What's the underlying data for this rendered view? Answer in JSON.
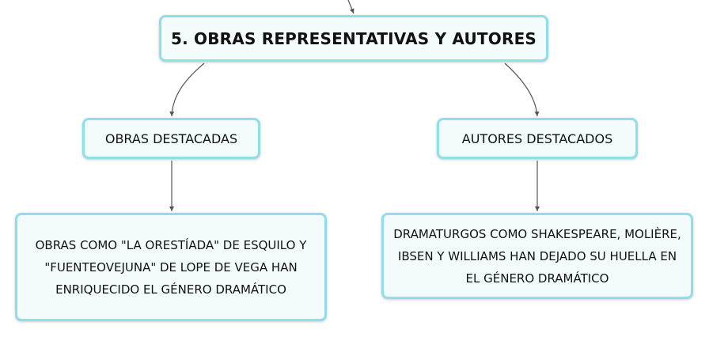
{
  "root": {
    "label": "5. OBRAS REPRESENTATIVAS Y AUTORES"
  },
  "branches": [
    {
      "label": "OBRAS DESTACADAS",
      "child": "OBRAS COMO \"LA ORESTÍADA\" DE ESQUILO Y \"FUENTEOVEJUNA\" DE LOPE DE VEGA HAN ENRIQUECIDO EL GÉNERO DRAMÁTICO"
    },
    {
      "label": "AUTORES DESTACADOS",
      "child": "DRAMATURGOS COMO SHAKESPEARE, MOLIÈRE, IBSEN Y WILLIAMS HAN DEJADO SU HUELLA EN EL GÉNERO DRAMÁTICO"
    }
  ],
  "colors": {
    "node_border": "#8fdfe8",
    "node_fill": "#f4fbfc",
    "connector": "#555555"
  }
}
